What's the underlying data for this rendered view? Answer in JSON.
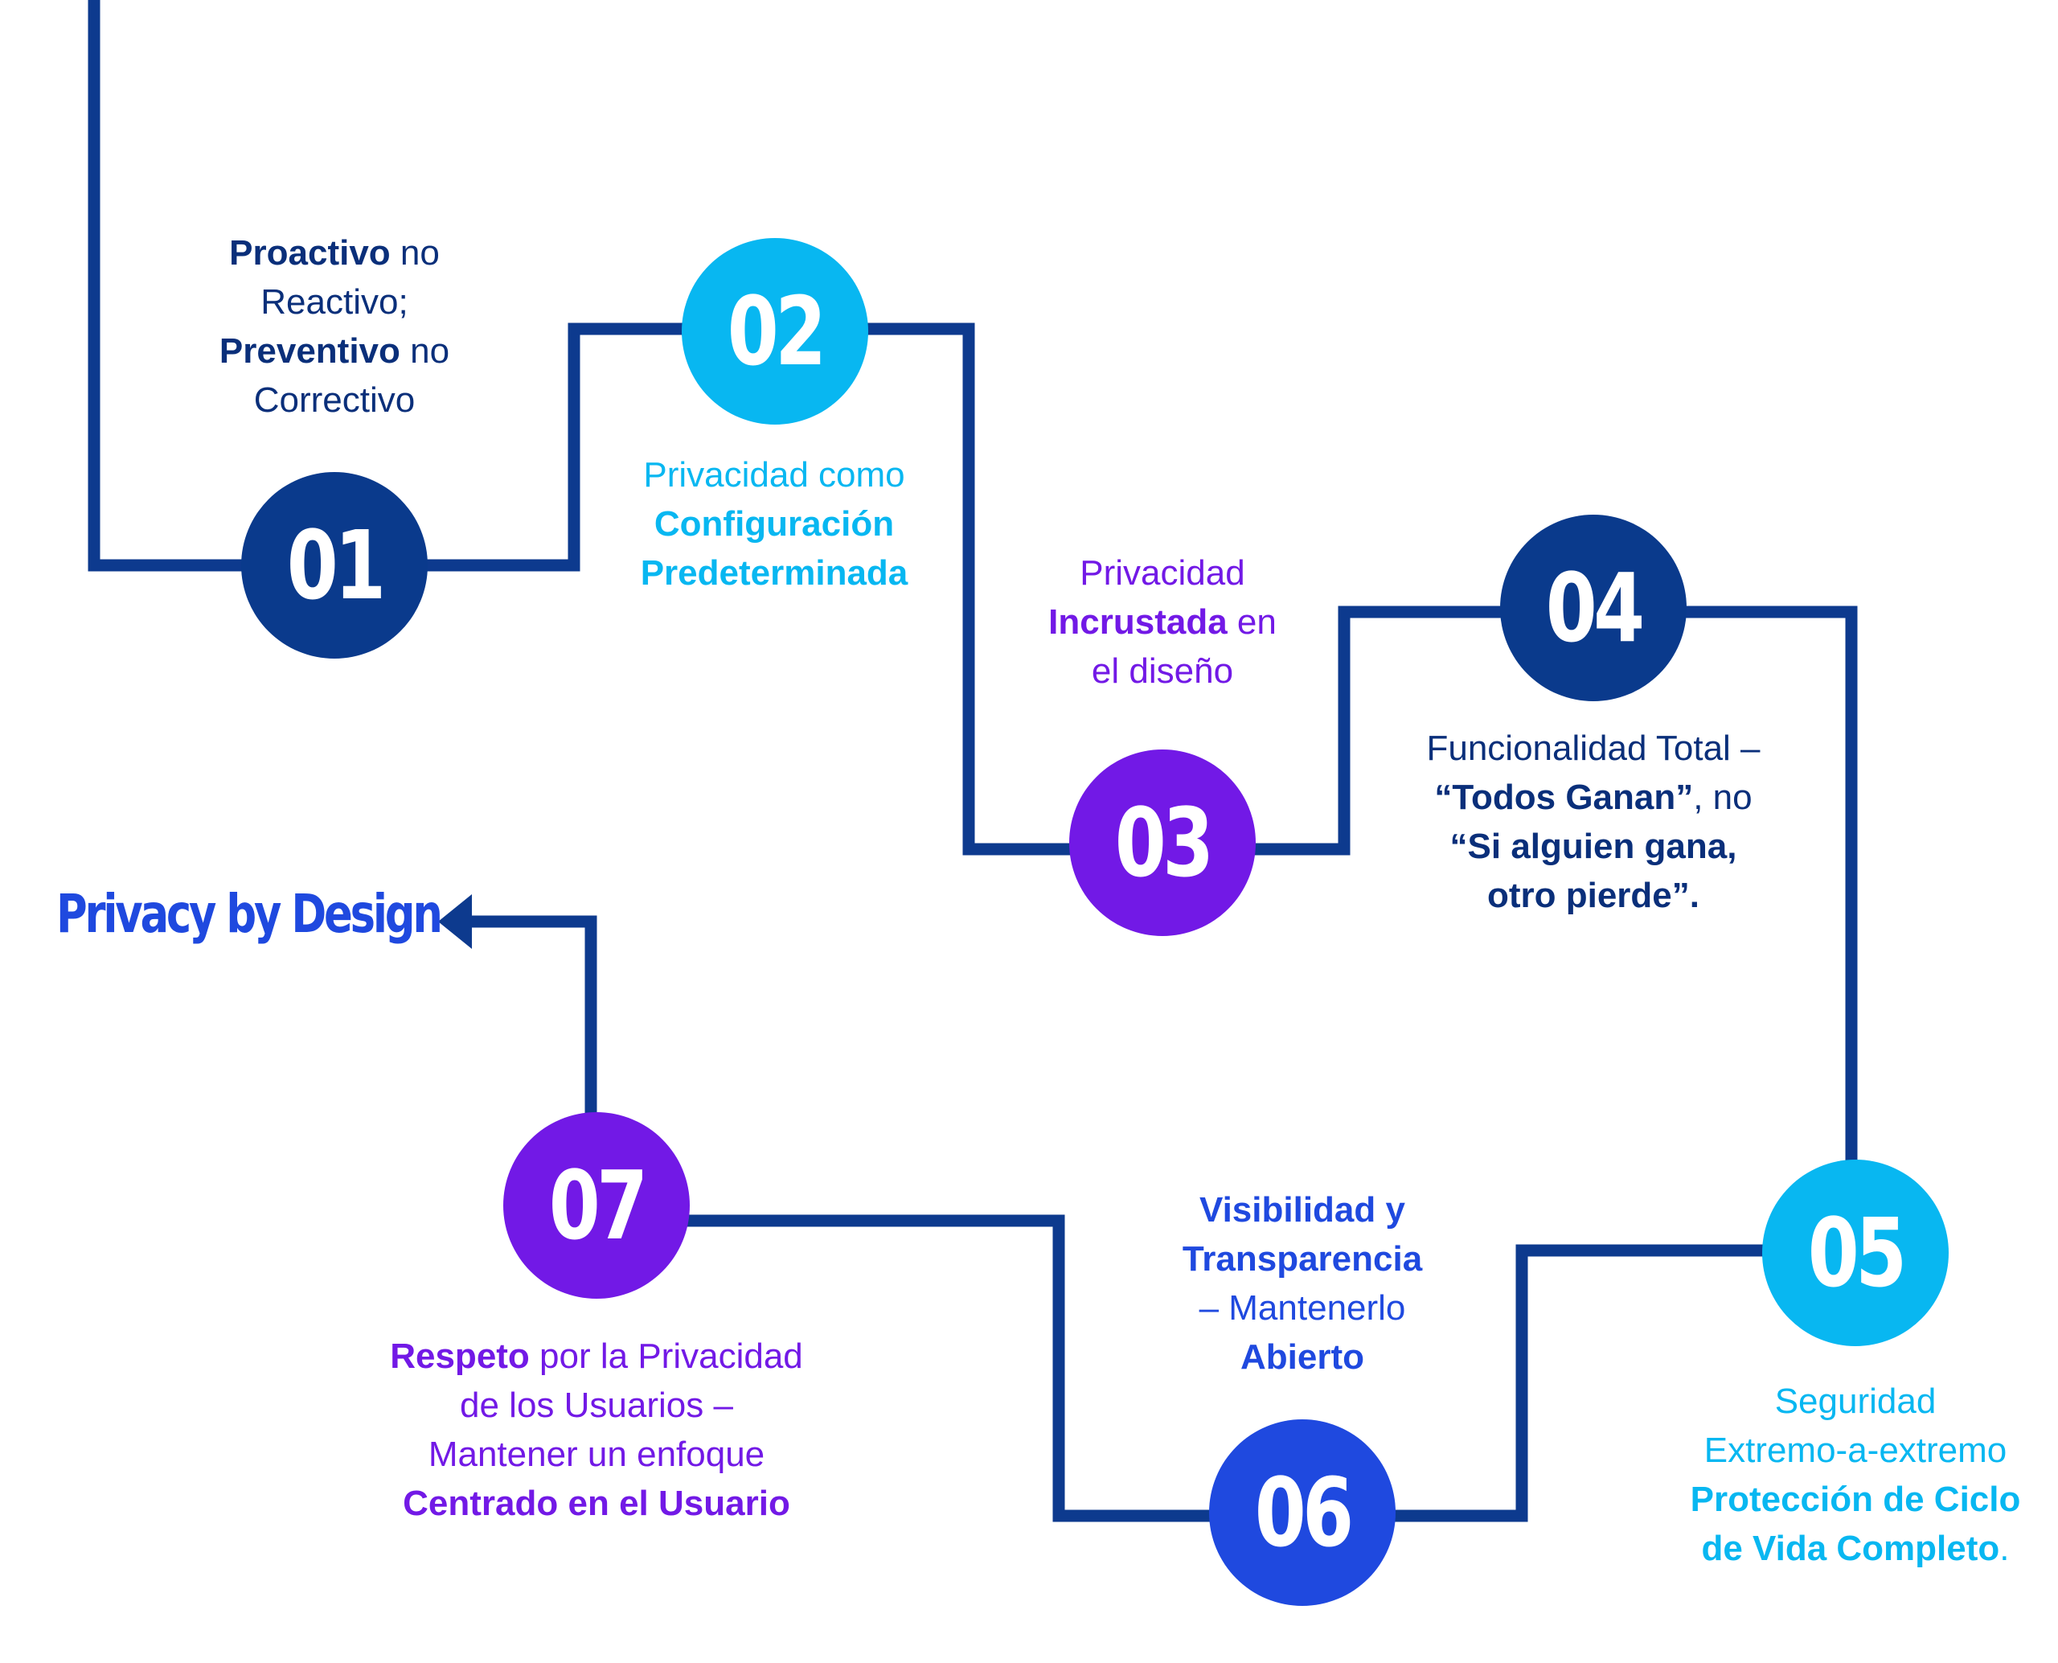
{
  "colors": {
    "navy": "#0a3a8c",
    "line": "#0d3a8e",
    "cyan": "#08b7f1",
    "purple": "#7219e6",
    "blue": "#1f49df",
    "text_dark": "#0a2f7a"
  },
  "title": "Privacy by Design",
  "steps": [
    {
      "number": "01",
      "color": "#0a3a8c"
    },
    {
      "number": "02",
      "color": "#08b7f1"
    },
    {
      "number": "03",
      "color": "#7219e6"
    },
    {
      "number": "04",
      "color": "#0a3a8c"
    },
    {
      "number": "05",
      "color": "#08b7f1"
    },
    {
      "number": "06",
      "color": "#1f49df"
    },
    {
      "number": "07",
      "color": "#7219e6"
    }
  ],
  "labels": {
    "s01": {
      "l1a": "Proactivo",
      "l1b": " no",
      "l2": "Reactivo;",
      "l3a": "Preventivo",
      "l3b": " no",
      "l4": "Correctivo"
    },
    "s02": {
      "l1": "Privacidad como",
      "l2": "Configuración",
      "l3": "Predeterminada"
    },
    "s03": {
      "l1": "Privacidad",
      "l2a": "Incrustada",
      "l2b": " en",
      "l3": "el diseño"
    },
    "s04": {
      "l1": "Funcionalidad Total –",
      "l2a": "“Todos Ganan”",
      "l2b": ", no",
      "l3": "“Si alguien gana,",
      "l4": "otro pierde”."
    },
    "s05": {
      "l1": "Seguridad",
      "l2": "Extremo-a-extremo",
      "l3": "Protección de Ciclo",
      "l4a": "de Vida Completo",
      "l4b": "."
    },
    "s06": {
      "l1": "Visibilidad y",
      "l2": "Transparencia",
      "l3": "– Mantenerlo",
      "l4": "Abierto"
    },
    "s07": {
      "l1a": "Respeto",
      "l1b": " por la Privacidad",
      "l2": "de los Usuarios –",
      "l3": "Mantener un enfoque",
      "l4": "Centrado en el Usuario"
    }
  }
}
